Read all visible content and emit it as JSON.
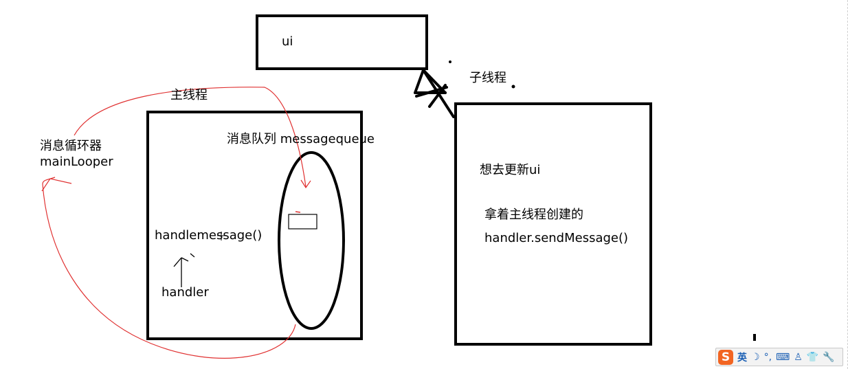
{
  "labels": {
    "ui": "ui",
    "child_thread": "子线程",
    "main_thread": "主线程",
    "message_loop": "消息循环器",
    "main_looper": "mainLooper",
    "message_queue": "消息队列 messagequeue",
    "handle_message": "handlemessage()",
    "handler": "handler",
    "want_update": "想去更新ui",
    "hold_handler": "拿着主线程创建的",
    "send_message": "handler.sendMessage()"
  },
  "ime_toolbar": {
    "logo": "S",
    "lang": "英",
    "icons": [
      "moon-icon",
      "punctuation-icon",
      "keyboard-icon",
      "voice-icon",
      "skin-icon",
      "settings-icon"
    ],
    "glyphs": [
      "☽",
      "°,",
      "⌨",
      "♙",
      "👕",
      "🔧"
    ]
  },
  "colors": {
    "stroke": "#000000",
    "loop_arrow": "#e03030",
    "ime_logo": "#f26522",
    "ime_icons": "#1a5fb4"
  }
}
